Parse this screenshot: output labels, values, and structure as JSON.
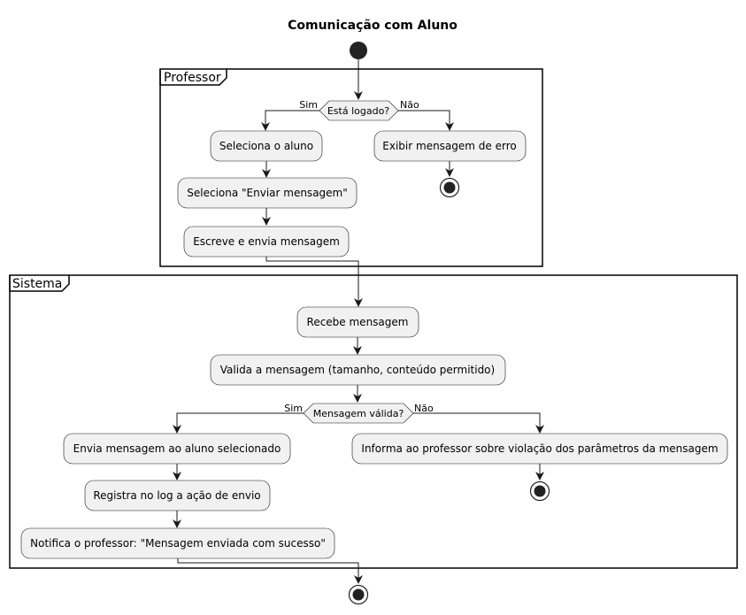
{
  "title": "Comunicação com Aluno",
  "partitions": {
    "professor": "Professor",
    "sistema": "Sistema"
  },
  "decisions": {
    "logged": {
      "question": "Está logado?",
      "yes": "Sim",
      "no": "Não"
    },
    "valid": {
      "question": "Mensagem válida?",
      "yes": "Sim",
      "no": "Não"
    }
  },
  "activities": {
    "select_student": "Seleciona o aluno",
    "error_message": "Exibir mensagem de erro",
    "select_send": "Seleciona \"Enviar mensagem\"",
    "write_send": "Escreve e envia mensagem",
    "receive": "Recebe mensagem",
    "validate": "Valida a mensagem (tamanho, conteúdo permitido)",
    "send_to_student": "Envia mensagem ao aluno selecionado",
    "inform_violation": "Informa ao professor sobre violação dos parâmetros da mensagem",
    "log_action": "Registra no log a ação de envio",
    "notify_success": "Notifica o professor: \"Mensagem enviada com sucesso\""
  },
  "colors": {
    "activity_fill": "#f1f1f1",
    "line": "#181818",
    "node": "#222222"
  }
}
